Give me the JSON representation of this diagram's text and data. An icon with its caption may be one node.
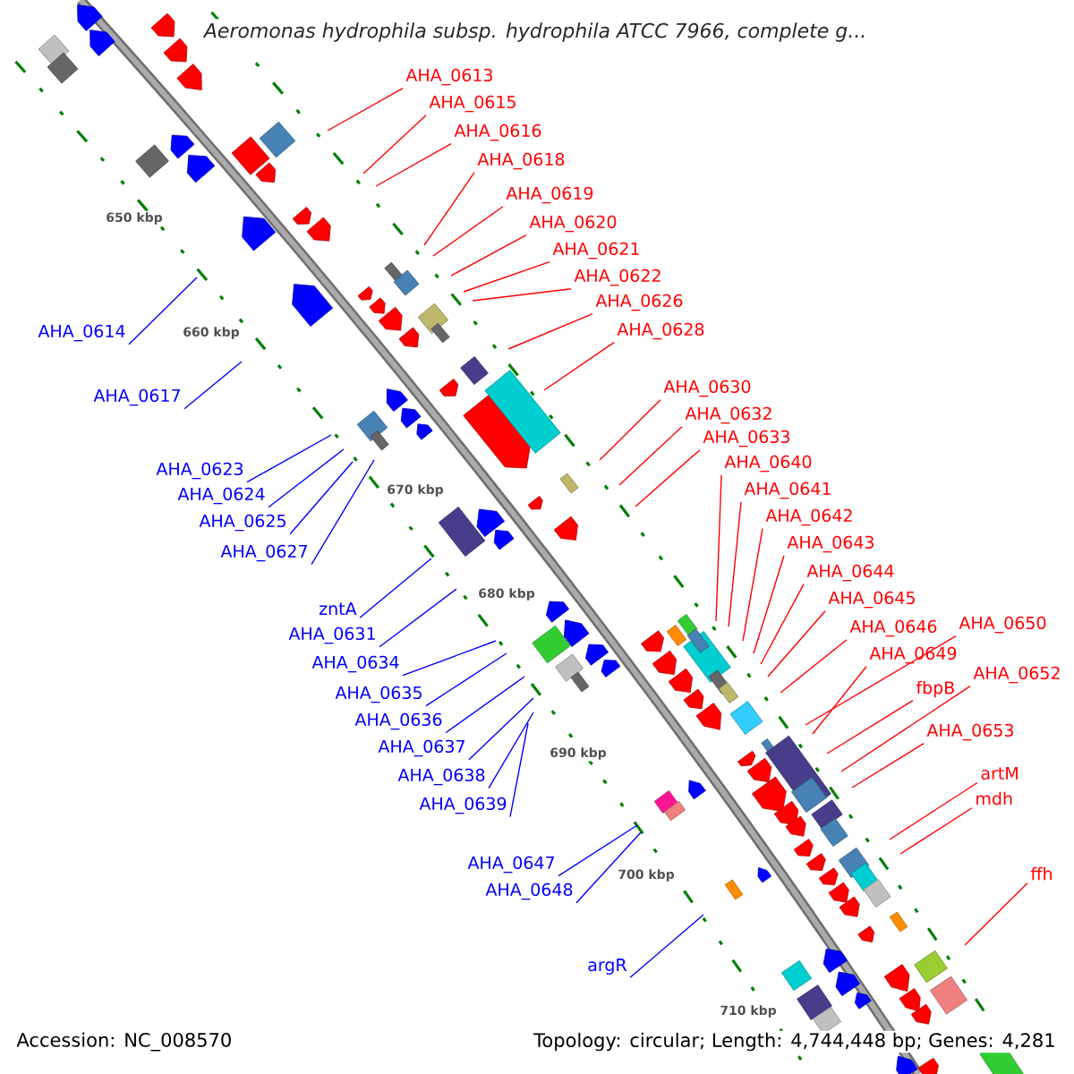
{
  "diagram": {
    "title": "*Aeromonas hydrophila* subsp. *hydrophila* ATCC 7966, complete g...",
    "nodes": [
      {
        "text": [
          "AHA_0613"
        ]
      },
      {
        "text": [
          "AHA_0615"
        ]
      },
      {
        "text": [
          "AHA_0616"
        ]
      },
      {
        "text": [
          "AHA_0618"
        ]
      },
      {
        "text": [
          "AHA_0619"
        ]
      },
      {
        "text": [
          "AHA_0620"
        ]
      },
      {
        "text": [
          "AHA_0621"
        ]
      },
      {
        "text": [
          "AHA_0622"
        ]
      },
      {
        "text": [
          "AHA_0626"
        ]
      },
      {
        "text": [
          "AHA_0628"
        ]
      },
      {
        "text": [
          "AHA_0630"
        ]
      },
      {
        "text": [
          "AHA_0632"
        ]
      },
      {
        "text": [
          "AHA_0633"
        ]
      },
      {
        "text": [
          "AHA_0640"
        ]
      },
      {
        "text": [
          "AHA_0641"
        ]
      },
      {
        "text": [
          "AHA_0642"
        ]
      },
      {
        "text": [
          "AHA_0643"
        ]
      },
      {
        "text": [
          "AHA_0644"
        ]
      },
      {
        "text": [
          "AHA_0645"
        ]
      },
      {
        "text": [
          "AHA_0646"
        ]
      },
      {
        "text": [
          "AHA_0650"
        ]
      },
      {
        "text": [
          "AHA_0649"
        ]
      },
      {
        "text": [
          "fbpB"
        ]
      },
      {
        "text": [
          "AHA_0652"
        ]
      },
      {
        "text": [
          "AHA_0653"
        ]
      },
      {
        "text": [
          "artM"
        ]
      },
      {
        "text": [
          "mdh"
        ]
      },
      {
        "text": [
          "ffh"
        ]
      },
      {
        "text": [
          "AHA_0614"
        ]
      },
      {
        "text": [
          "AHA_0617"
        ]
      },
      {
        "text": [
          "AHA_0623"
        ]
      },
      {
        "text": [
          "AHA_0624"
        ]
      },
      {
        "text": [
          "AHA_0625"
        ]
      },
      {
        "text": [
          "AHA_0627"
        ]
      },
      {
        "text": [
          "zntA"
        ]
      },
      {
        "text": [
          "AHA_0631"
        ]
      },
      {
        "text": [
          "AHA_0634"
        ]
      },
      {
        "text": [
          "AHA_0635"
        ]
      },
      {
        "text": [
          "AHA_0636"
        ]
      },
      {
        "text": [
          "AHA_0637"
        ]
      },
      {
        "text": [
          "AHA_0638"
        ]
      },
      {
        "text": [
          "AHA_0639"
        ]
      },
      {
        "text": [
          "AHA_0647"
        ]
      },
      {
        "text": [
          "AHA_0648"
        ]
      },
      {
        "text": [
          "argR"
        ]
      }
    ],
    "edges": [
      {
        "from": 0,
        "to": null,
        "arrow": "none"
      },
      {
        "from": 1,
        "to": null,
        "arrow": "none"
      },
      {
        "from": 2,
        "to": null,
        "arrow": "none"
      },
      {
        "from": 3,
        "to": null,
        "arrow": "none"
      },
      {
        "from": 4,
        "to": null,
        "arrow": "none"
      },
      {
        "from": 5,
        "to": null,
        "arrow": "none"
      },
      {
        "from": 6,
        "to": null,
        "arrow": "none"
      },
      {
        "from": 7,
        "to": null,
        "arrow": "none"
      },
      {
        "from": 8,
        "to": null,
        "arrow": "none"
      },
      {
        "from": 9,
        "to": null,
        "arrow": "none"
      },
      {
        "from": 10,
        "to": null,
        "arrow": "none"
      },
      {
        "from": 11,
        "to": null,
        "arrow": "none"
      },
      {
        "from": 12,
        "to": null,
        "arrow": "none"
      },
      {
        "from": 13,
        "to": null,
        "arrow": "none"
      },
      {
        "from": 14,
        "to": null,
        "arrow": "none"
      },
      {
        "from": 15,
        "to": null,
        "arrow": "none"
      },
      {
        "from": 16,
        "to": null,
        "arrow": "none"
      },
      {
        "from": 17,
        "to": null,
        "arrow": "none"
      },
      {
        "from": 18,
        "to": null,
        "arrow": "none"
      },
      {
        "from": 19,
        "to": null,
        "arrow": "none"
      },
      {
        "from": 20,
        "to": null,
        "arrow": "none"
      },
      {
        "from": 21,
        "to": null,
        "arrow": "none"
      },
      {
        "from": 22,
        "to": null,
        "arrow": "none"
      },
      {
        "from": 23,
        "to": null,
        "arrow": "none"
      },
      {
        "from": 24,
        "to": null,
        "arrow": "none"
      },
      {
        "from": 25,
        "to": null,
        "arrow": "none"
      },
      {
        "from": 26,
        "to": null,
        "arrow": "none"
      },
      {
        "from": 27,
        "to": null,
        "arrow": "none"
      },
      {
        "from": 28,
        "to": null,
        "arrow": "none",
        "color": "#0000ff"
      },
      {
        "from": 29,
        "to": null,
        "arrow": "none",
        "color": "#0000ff"
      },
      {
        "from": 30,
        "to": null,
        "arrow": "none",
        "color": "#0000ff"
      },
      {
        "from": 31,
        "to": null,
        "arrow": "none",
        "color": "#0000ff"
      },
      {
        "from": 32,
        "to": null,
        "arrow": "none",
        "color": "#0000ff"
      },
      {
        "from": 33,
        "to": null,
        "arrow": "none",
        "color": "#0000ff"
      },
      {
        "from": 34,
        "to": null,
        "arrow": "none",
        "color": "#0000ff"
      },
      {
        "from": 35,
        "to": null,
        "arrow": "none",
        "color": "#0000ff"
      },
      {
        "from": 36,
        "to": null,
        "arrow": "none",
        "color": "#0000ff"
      },
      {
        "from": 37,
        "to": null,
        "arrow": "none",
        "color": "#0000ff"
      },
      {
        "from": 38,
        "to": null,
        "arrow": "none",
        "color": "#0000ff"
      },
      {
        "from": 39,
        "to": null,
        "arrow": "none",
        "color": "#0000ff"
      },
      {
        "from": 40,
        "to": null,
        "arrow": "none",
        "color": "#0000ff"
      },
      {
        "from": 41,
        "to": null,
        "arrow": "none",
        "color": "#0000ff"
      },
      {
        "from": 42,
        "to": null,
        "arrow": "none",
        "color": "#0000ff"
      },
      {
        "from": 43,
        "to": null,
        "arrow": "none",
        "color": "#0000ff"
      },
      {
        "from": 44,
        "to": null,
        "arrow": "none",
        "color": "#0000ff"
      }
    ],
    "labels": [
      "650 kbp",
      "660 kbp",
      "670 kbp",
      "680 kbp",
      "690 kbp",
      "700 kbp",
      "710 kbp",
      "Accession: NC_008570",
      "Topology: circular; Length: 4,744,448 bp; Genes: 4,281"
    ]
  }
}
